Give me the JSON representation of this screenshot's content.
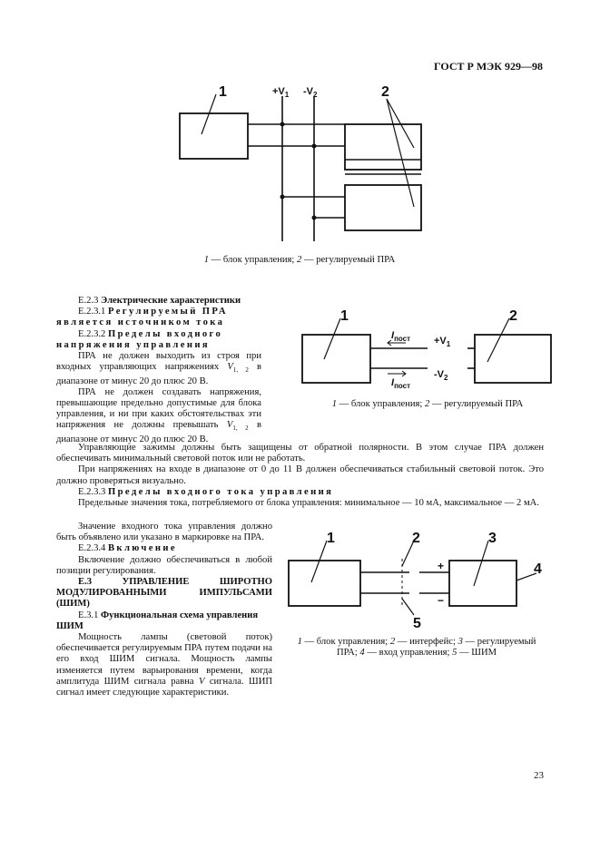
{
  "header": {
    "standard": "ГОСТ Р МЭК 929—98"
  },
  "figure1": {
    "labels": {
      "n1": "1",
      "n2": "2",
      "v1": "+V",
      "v1sub": "1",
      "v2": "-V",
      "v2sub": "2"
    },
    "caption": {
      "n1": "1",
      "t1": " — блок управления; ",
      "n2": "2",
      "t2": " — регулируемый ПРА"
    }
  },
  "figure2": {
    "labels": {
      "n1": "1",
      "n2": "2",
      "i": "I",
      "isub": "пост",
      "v1": "+V",
      "v1sub": "1",
      "v2": "-V",
      "v2sub": "2"
    },
    "caption": {
      "n1": "1",
      "t1": " — блок управления; ",
      "n2": "2",
      "t2": " — регулируемый ПРА"
    }
  },
  "figure3": {
    "labels": {
      "n1": "1",
      "n2": "2",
      "n3": "3",
      "n4": "4",
      "n5": "5",
      "plus": "+",
      "minus": "−"
    },
    "caption": {
      "n1": "1",
      "t1": " — блок управления; ",
      "n2": "2",
      "t2": " — интерфейс; ",
      "n3": "3",
      "t3": " — регулируемый",
      "t4": "ПРА; ",
      "n4": "4",
      "t5": " — вход управления; ",
      "n5": "5",
      "t6": " — ШИМ"
    }
  },
  "text": {
    "e23": "Е.2.3",
    "e23_title": "Электрические характеристики",
    "e231": "Е.2.3.1",
    "e231_a": "Регулируемый ПРА является источником тока",
    "e232": "Е.2.3.2",
    "e232_a": "Пределы входного напряжения управления",
    "p1": "ПРА не должен выходить из строя при входных управляющих напряжениях ",
    "p1_v": "V",
    "p1_sub": "1, 2",
    "p1_b": " в диапазоне от минус 20 до плюс 20 В.",
    "p2": "ПРА не должен создавать напряжения, превышающие предельно допустимые для блока управления, и ни при каких обстоятельствах эти напряжения не должны превышать ",
    "p2_v": "V",
    "p2_sub": "1, 2",
    "p2_b": " в диапазоне от минус 20 до плюс 20 В.",
    "p3": "Управляющие зажимы должны быть защищены от обратной полярности. В этом случае ПРА должен обеспечивать минимальный световой поток или не работать.",
    "p4": "При напряжениях на входе в диапазоне от 0 до 11 В должен обеспечиваться стабильный световой поток. Это должно проверяться визуально.",
    "e233": "Е.2.3.3",
    "e233_a": "Пределы входного тока управления",
    "p5": "Предельные значения тока, потребляемого от блока управления: минимальное — 10 мА, максимальное — 2 мА.",
    "p6": "Значение входного тока управления должно быть объявлено или указано в маркировке на ПРА.",
    "e234": "Е.2.3.4",
    "e234_a": "Включение",
    "p7": "Включение должно обеспечиваться в любой позиции регулирования.",
    "e3": "Е.3 УПРАВЛЕНИЕ ШИРОТНО МОДУЛИРОВАННЫМИ ИМПУЛЬСАМИ (ШИМ)",
    "e31": "Е.3.1",
    "e31_a": "Функциональная схема управления ШИМ",
    "p8": "Мощность лампы (световой поток) обеспечивается регулируемым ПРА путем подачи на его вход ШИМ сигнала. Мощность лампы изменяется путем варьирования времени, когда амплитуда ШИМ сигнала равна ",
    "p8_v": "V",
    "p8_b": " сигнала. ШИП сигнал имеет следующие характеристики."
  },
  "footer": {
    "page": "23"
  }
}
